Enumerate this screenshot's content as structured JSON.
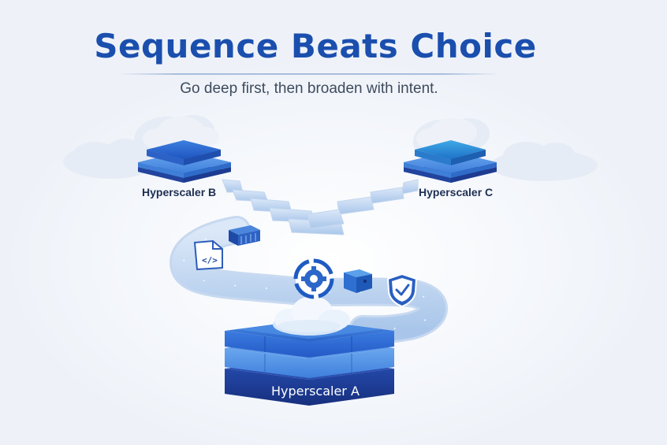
{
  "header": {
    "title": "Sequence Beats Choice",
    "subtitle": "Go deep first, then broaden with intent."
  },
  "nodes": {
    "hyperscaler_b": "Hyperscaler B",
    "hyperscaler_c": "Hyperscaler C",
    "hyperscaler_a": "Hyperscaler A"
  },
  "icons": [
    "code-file-icon",
    "server-rack-icon",
    "gear-cycle-icon",
    "package-box-icon",
    "security-shield-icon",
    "cloud-icon"
  ],
  "colors": {
    "title_blue": "#1b4fae",
    "platform_dark": "#1e46a8",
    "platform_light": "#4d8fe0",
    "path_blue": "#a8c6ec"
  }
}
